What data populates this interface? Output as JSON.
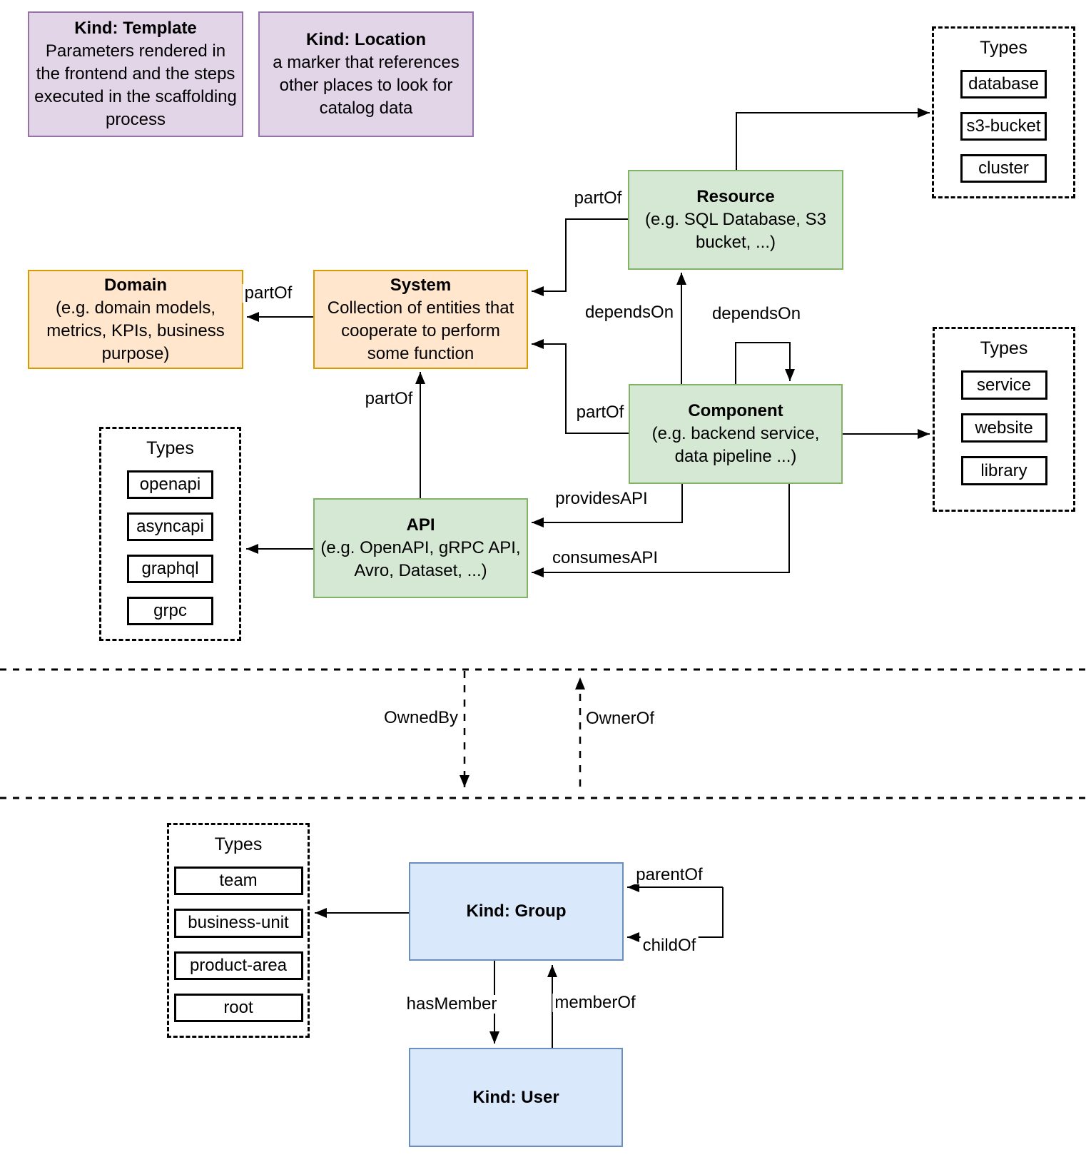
{
  "diagram": "Backstage catalog entity model",
  "colors": {
    "template_fill": "#E1D5E7",
    "template_stroke": "#9673A6",
    "system_fill": "#FFE6CC",
    "system_stroke": "#D79B00",
    "component_fill": "#D5E8D4",
    "component_stroke": "#82B366",
    "identity_fill": "#DAE8FC",
    "identity_stroke": "#6C8EBF",
    "line": "#000000"
  },
  "nodes": {
    "template": {
      "title": "Kind: Template",
      "body": "Parameters rendered in the frontend and the steps executed in  the scaffolding process"
    },
    "location": {
      "title": "Kind: Location",
      "body": "a marker that references other places to look for catalog data"
    },
    "resource": {
      "title": "Resource",
      "body": "(e.g. SQL Database, S3 bucket, ...)"
    },
    "domain": {
      "title": "Domain",
      "body": "(e.g.  domain models, metrics, KPIs, business purpose)"
    },
    "system": {
      "title": "System",
      "body": "Collection of entities that cooperate to perform some function"
    },
    "component": {
      "title": "Component",
      "body": "(e.g. backend service, data pipeline ...)"
    },
    "api": {
      "title": "API",
      "body": "(e.g. OpenAPI, gRPC API, Avro, Dataset, ...)"
    },
    "group": {
      "title": "Kind: Group"
    },
    "user": {
      "title": "Kind: User"
    }
  },
  "type_panels": {
    "resource_types": {
      "title": "Types",
      "items": [
        "database",
        "s3-bucket",
        "cluster"
      ]
    },
    "component_types": {
      "title": "Types",
      "items": [
        "service",
        "website",
        "library"
      ]
    },
    "api_types": {
      "title": "Types",
      "items": [
        "openapi",
        "asyncapi",
        "graphql",
        "grpc"
      ]
    },
    "group_types": {
      "title": "Types",
      "items": [
        "team",
        "business-unit",
        "product-area",
        "root"
      ]
    }
  },
  "edge_labels": {
    "partof_resource_system": "partOf",
    "partof_system_domain": "partOf",
    "partof_component_system": "partOf",
    "partof_api_system": "partOf",
    "dependson_component_resource": "dependsOn",
    "dependson_component_component": "dependsOn",
    "providesapi": "providesAPI",
    "consumesapi": "consumesAPI",
    "ownedby": "OwnedBy",
    "ownerof": "OwnerOf",
    "parentof": "parentOf",
    "childof": "childOf",
    "hasmember": "hasMember",
    "memberof": "memberOf"
  }
}
